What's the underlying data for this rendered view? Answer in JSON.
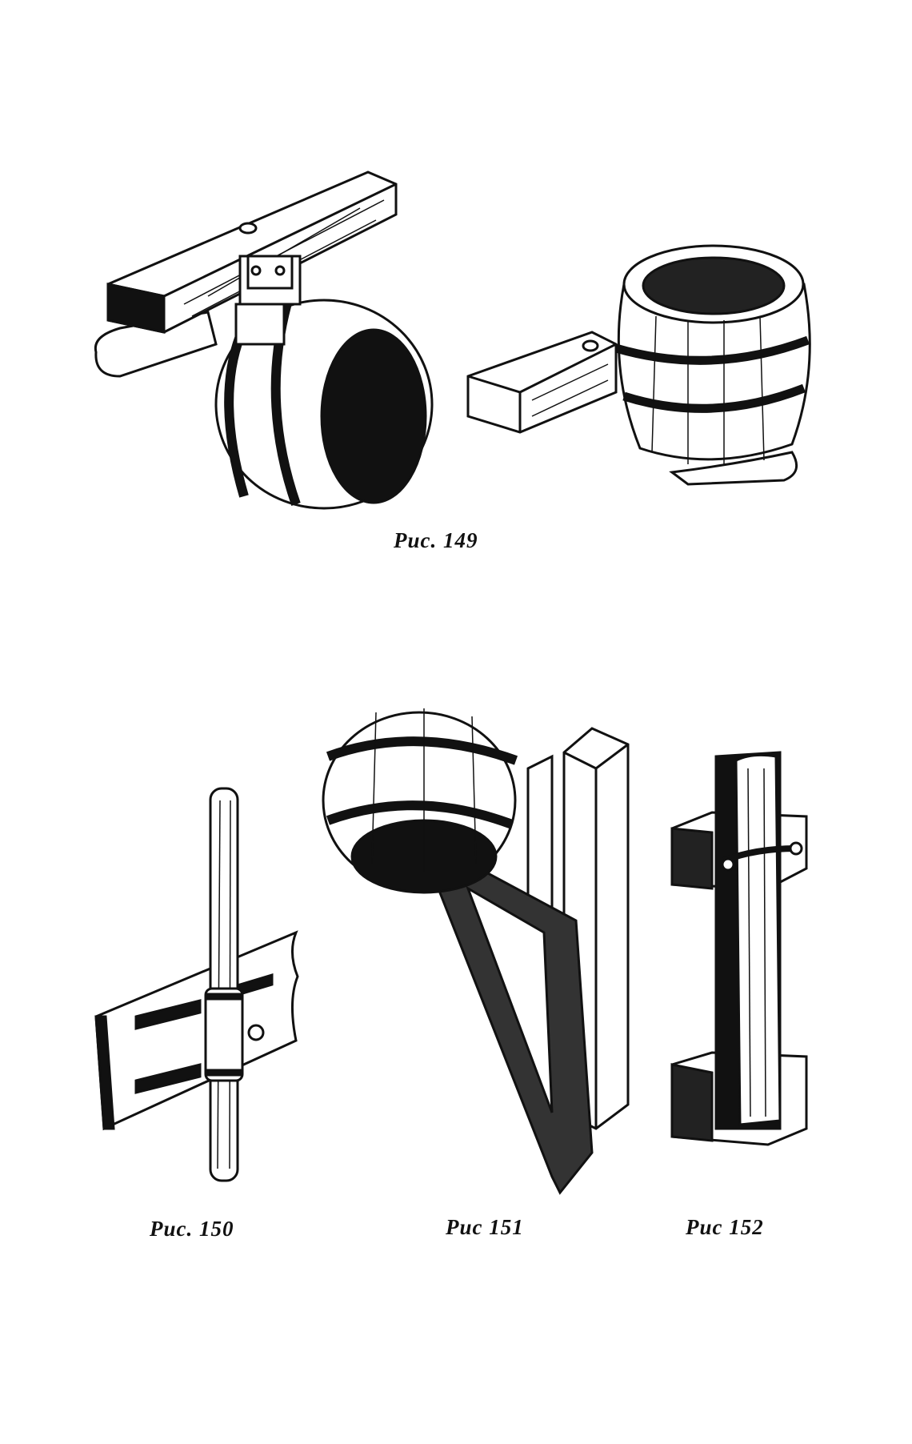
{
  "captions": {
    "fig149": "Рис. 149",
    "fig150": "Рис. 150",
    "fig151": "Рис 151",
    "fig152": "Рис 152"
  },
  "colors": {
    "ink": "#111111",
    "paper": "#ffffff"
  }
}
